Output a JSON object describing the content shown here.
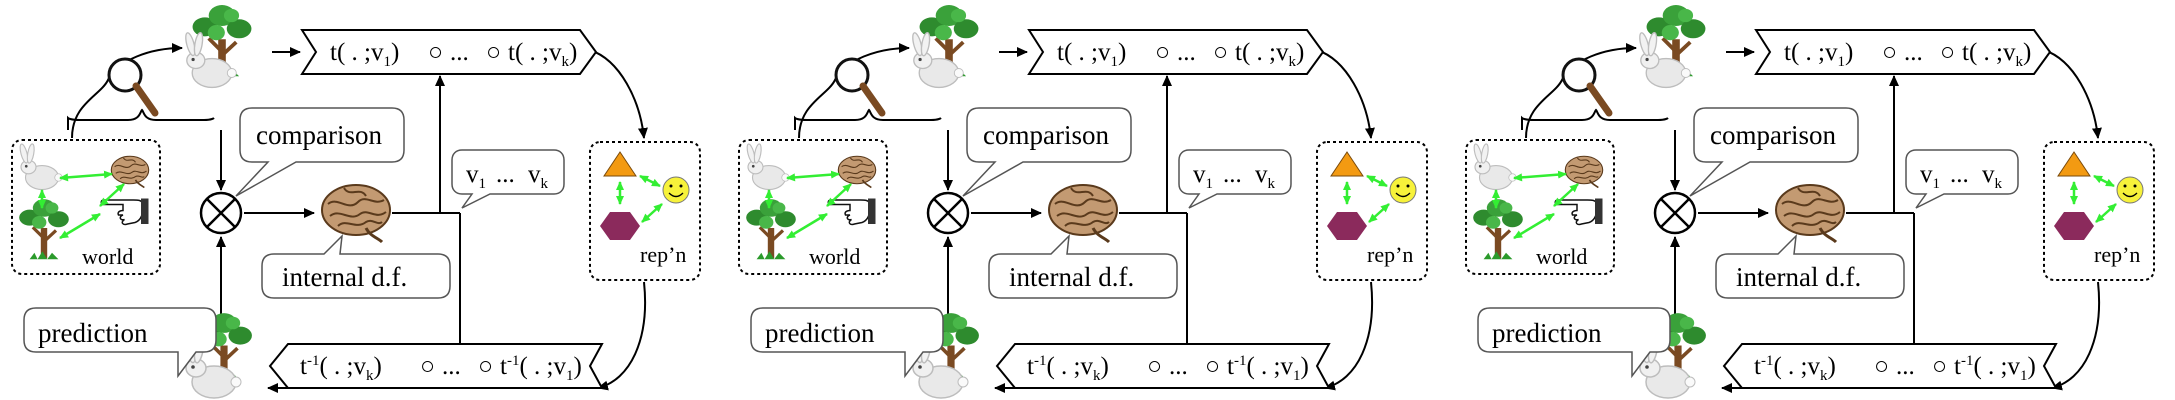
{
  "panels": [
    {
      "forward_chain": {
        "t1": "t( . ;v",
        "sub1": "1",
        "circ": "○",
        "dots": "...",
        "t2": "t( . ;v",
        "subk": "k",
        "close": ")"
      },
      "inverse_chain": {
        "t1": "t",
        "sup": "-1",
        "mid1": "( . ;v",
        "subk": "k",
        "circ": "○",
        "dots": "...",
        "t2": "t",
        "mid2": "( . ;v",
        "sub1": "1",
        "close": ")"
      },
      "labels": {
        "comparison": "comparison",
        "internal": "internal d.f.",
        "prediction": "prediction",
        "vlist_v": "v",
        "vlist_sub1": "1",
        "vlist_dots": "...",
        "vlist_vk": "v",
        "vlist_subk": "k",
        "world": "world",
        "repn": "rep’n"
      }
    },
    {
      "forward_chain": {
        "t1": "t( . ;v",
        "sub1": "1",
        "circ": "○",
        "dots": "...",
        "t2": "t( . ;v",
        "subk": "k",
        "close": ")"
      },
      "inverse_chain": {
        "t1": "t",
        "sup": "-1",
        "mid1": "( . ;v",
        "subk": "k",
        "circ": "○",
        "dots": "...",
        "t2": "t",
        "mid2": "( . ;v",
        "sub1": "1",
        "close": ")"
      },
      "labels": {
        "comparison": "comparison",
        "internal": "internal d.f.",
        "prediction": "prediction",
        "vlist_v": "v",
        "vlist_sub1": "1",
        "vlist_dots": "...",
        "vlist_vk": "v",
        "vlist_subk": "k",
        "world": "world",
        "repn": "rep’n"
      }
    },
    {
      "forward_chain": {
        "t1": "t( . ;v",
        "sub1": "1",
        "circ": "○",
        "dots": "...",
        "t2": "t( . ;v",
        "subk": "k",
        "close": ")"
      },
      "inverse_chain": {
        "t1": "t",
        "sup": "-1",
        "mid1": "( . ;v",
        "subk": "k",
        "circ": "○",
        "dots": "...",
        "t2": "t",
        "mid2": "( . ;v",
        "sub1": "1",
        "close": ")"
      },
      "labels": {
        "comparison": "comparison",
        "internal": "internal d.f.",
        "prediction": "prediction",
        "vlist_v": "v",
        "vlist_sub1": "1",
        "vlist_dots": "...",
        "vlist_vk": "v",
        "vlist_subk": "k",
        "world": "world",
        "repn": "rep’n"
      }
    }
  ],
  "colors": {
    "accent_arrow": "#33ee33",
    "triangle": "#f39a12",
    "hexagon": "#8b2a5c",
    "smiley": "#f7f23a",
    "tree_leaves": "#2e8b2e",
    "brain": "#b58a63"
  },
  "icons": [
    "magnifier-icon",
    "tree-rabbit-icon",
    "brain-icon",
    "pointing-hand-icon",
    "triangle-icon",
    "hexagon-icon",
    "smiley-icon",
    "comparator-icon"
  ]
}
